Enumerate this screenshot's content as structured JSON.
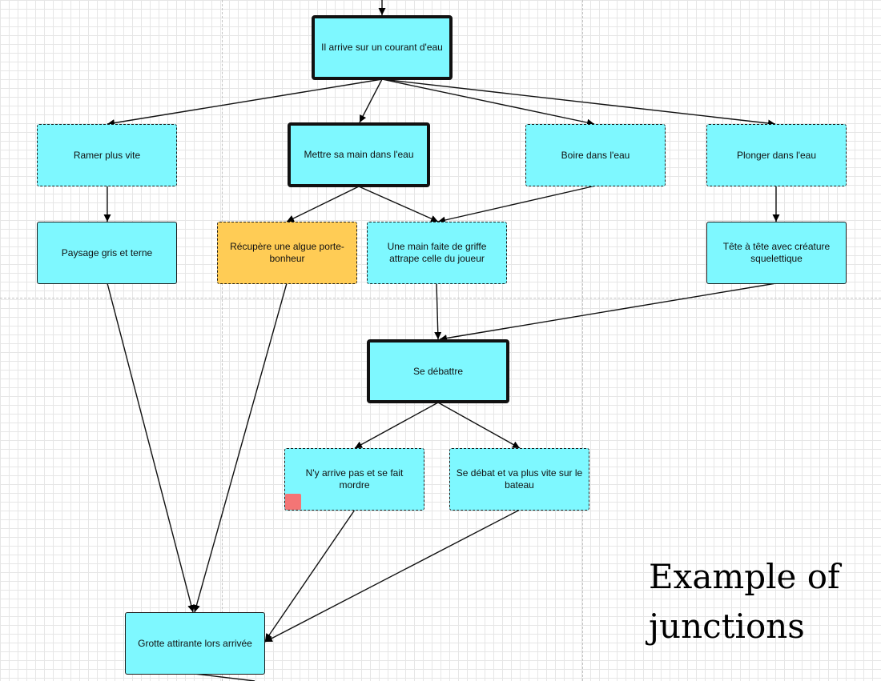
{
  "diagram": {
    "nodes": {
      "courant": "Il arrive sur un courant d'eau",
      "ramer": "Ramer plus vite",
      "main_eau": "Mettre sa main dans l'eau",
      "boire": "Boire dans l'eau",
      "plonger": "Plonger dans l'eau",
      "paysage": "Paysage gris et terne",
      "algue": "Récupère une algue porte-bonheur",
      "griffe": "Une main faite de griffe attrape celle du joueur",
      "squelette": "Tête à tête avec créature squelettique",
      "debattre": "Se débattre",
      "mordre": "N'y arrive pas et se fait mordre",
      "bateau": "Se débat et va plus vite sur le bateau",
      "grotte": "Grotte attirante lors arrivée"
    }
  },
  "caption": {
    "line1": "Example of",
    "line2": "junctions"
  },
  "colors": {
    "node_fill": "#7ef8ff",
    "node_highlight_fill": "#ffcc55",
    "marker": "#f47575"
  }
}
